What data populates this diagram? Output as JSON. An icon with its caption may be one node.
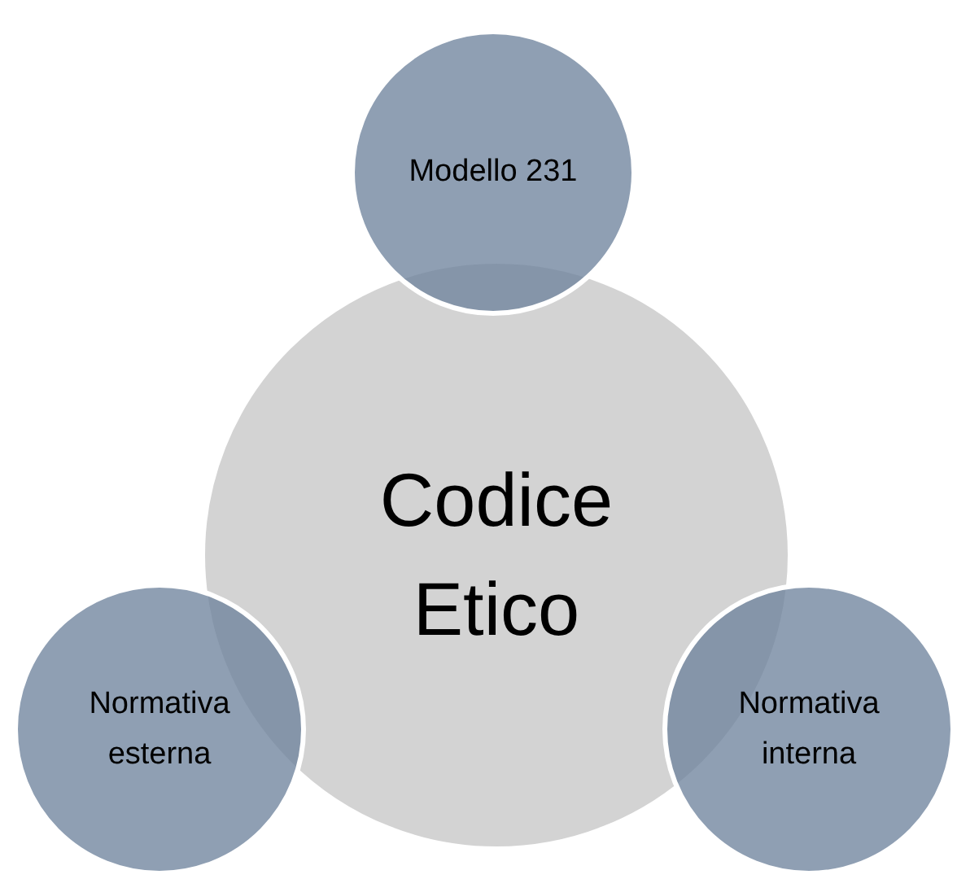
{
  "diagram": {
    "nodes": [
      {
        "text": [
          "Modello 231"
        ]
      },
      {
        "text": [
          "Codice Etico"
        ]
      },
      {
        "text": [
          "Normativa esterna"
        ]
      },
      {
        "text": [
          "Normativa interna"
        ]
      }
    ]
  }
}
